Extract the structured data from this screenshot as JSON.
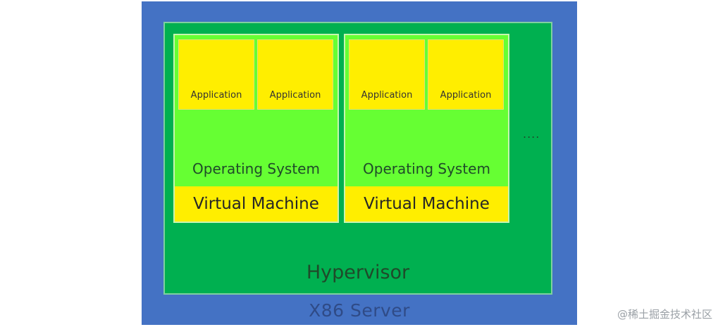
{
  "server": {
    "label": "X86 Server"
  },
  "hypervisor": {
    "label": "Hypervisor"
  },
  "vms": [
    {
      "apps": [
        "Application",
        "Application"
      ],
      "os_label": "Operating System",
      "vm_label": "Virtual Machine"
    },
    {
      "apps": [
        "Application",
        "Application"
      ],
      "os_label": "Operating System",
      "vm_label": "Virtual Machine"
    }
  ],
  "ellipsis": "....",
  "watermark": "@稀土掘金技术社区",
  "colors": {
    "server": "#4472c4",
    "hypervisor": "#00b050",
    "operating_system": "#66ff33",
    "application": "#ffee00",
    "virtual_machine": "#ffee00"
  }
}
